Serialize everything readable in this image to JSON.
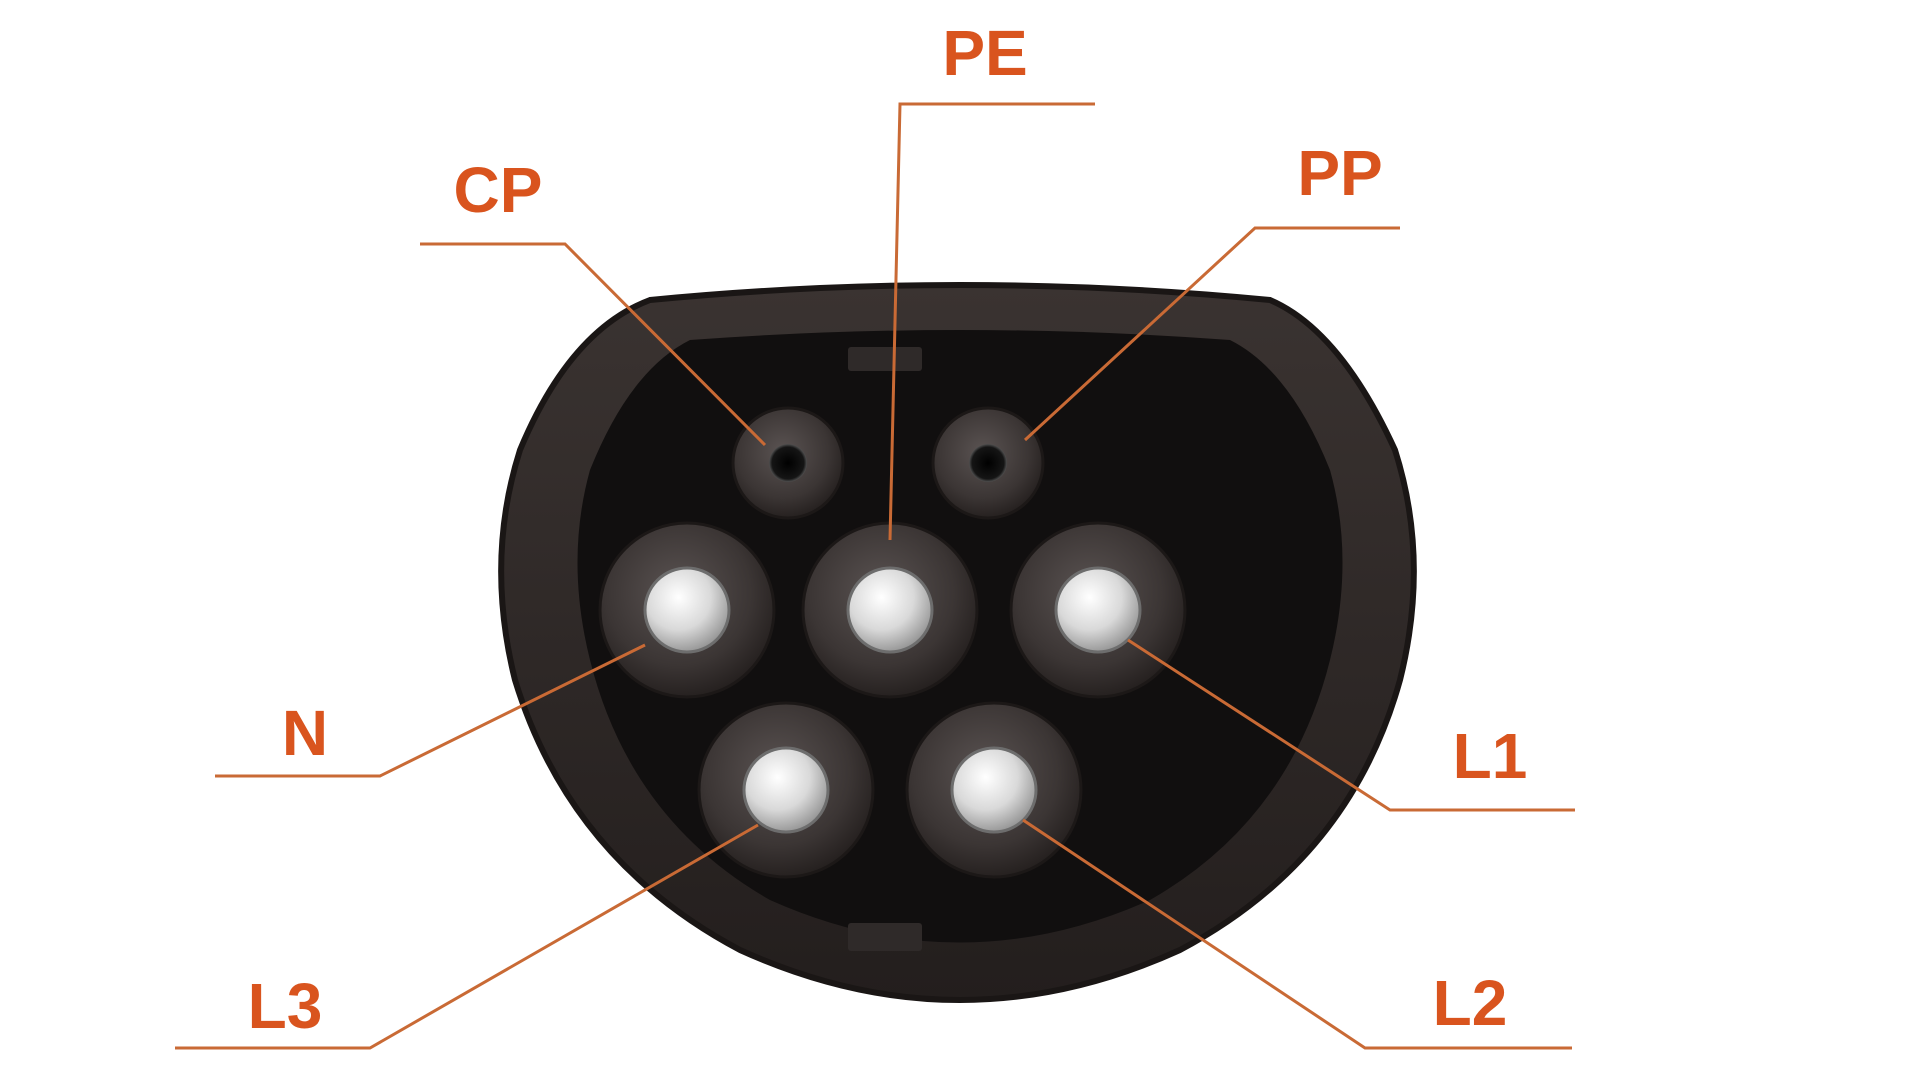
{
  "connector": {
    "labels": {
      "pe": "PE",
      "cp": "CP",
      "pp": "PP",
      "n": "N",
      "l1": "L1",
      "l2": "L2",
      "l3": "L3"
    }
  },
  "colors": {
    "label": "#d9541e",
    "leader": "#c96a35",
    "housing": "#2d2725",
    "housing_edge": "#1b1716",
    "cavity": "#0f0d0d",
    "pin_sleeve": "#3f3938",
    "pin_core": "#cfcfcf"
  }
}
